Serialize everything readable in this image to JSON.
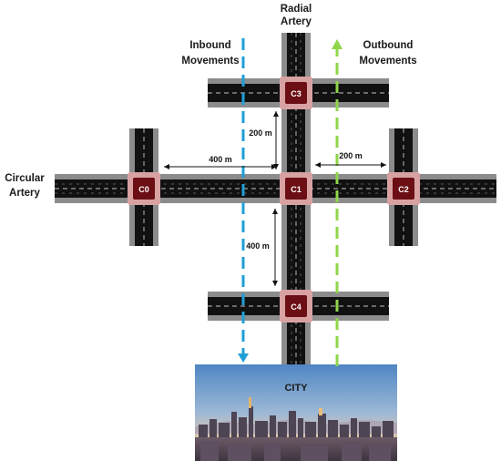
{
  "labels": {
    "radial_line1": "Radial",
    "radial_line2": "Artery",
    "inbound_line1": "Inbound",
    "inbound_line2": "Movements",
    "outbound_line1": "Outbound",
    "outbound_line2": "Movements",
    "circular_line1": "Circular",
    "circular_line2": "Artery",
    "city": "CITY"
  },
  "distances": {
    "c0_c1": "400 m",
    "c3_c1": "200 m",
    "c1_c2": "200 m",
    "c1_c4": "400 m"
  },
  "intersections": {
    "c0": "C0",
    "c1": "C1",
    "c2": "C2",
    "c3": "C3",
    "c4": "C4"
  },
  "colors": {
    "inbound": "#1f9fd6",
    "outbound": "#8fd64a",
    "road": "#111111",
    "shoulder": "#8c8c8c",
    "junction": "#6b0f14"
  }
}
